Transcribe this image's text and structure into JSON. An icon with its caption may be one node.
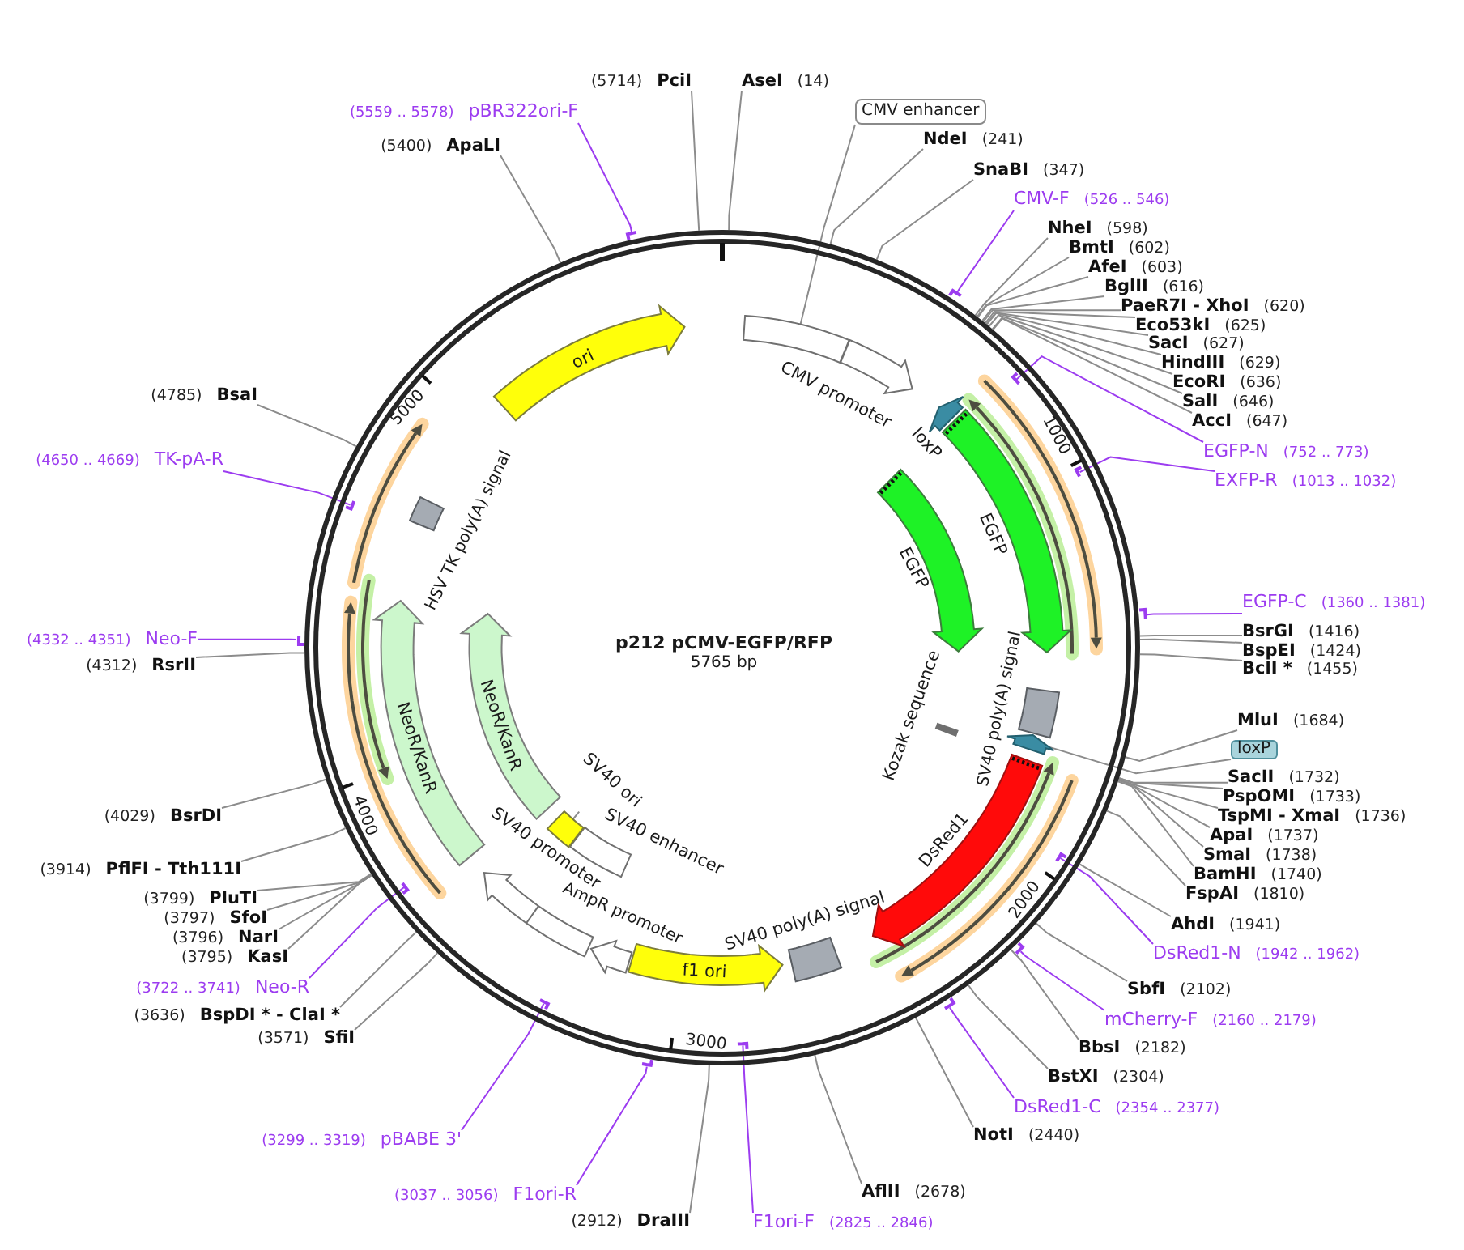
{
  "diagram": {
    "title": "p212 pCMV-EGFP/RFP",
    "nodes": [
      {
        "text": [],
        "shape": "circle"
      },
      {
        "text": [
          "(5714)",
          "PciI"
        ]
      },
      {
        "text": [
          "AseI",
          "(14)"
        ]
      },
      {
        "text": [
          "CMV enhancer"
        ]
      },
      {
        "text": [
          "NdeI",
          "(241)"
        ]
      },
      {
        "text": [
          "SnaBI",
          "(347)"
        ]
      },
      {
        "text": [
          "CMV-F",
          "(526 .. 546)"
        ]
      },
      {
        "text": [
          "NheI",
          "(598)"
        ]
      },
      {
        "text": [
          "BmtI",
          "(602)"
        ]
      },
      {
        "text": [
          "AfeI",
          "(603)"
        ]
      },
      {
        "text": [
          "BglII",
          "(616)"
        ]
      },
      {
        "text": [
          "PaeR7I - XhoI",
          "(620)"
        ]
      },
      {
        "text": [
          "Eco53kI",
          "(625)"
        ]
      },
      {
        "text": [
          "SacI",
          "(627)"
        ]
      },
      {
        "text": [
          "HindIII",
          "(629)"
        ]
      },
      {
        "text": [
          "EcoRI",
          "(636)"
        ]
      },
      {
        "text": [
          "SalI",
          "(646)"
        ]
      },
      {
        "text": [
          "AccI",
          "(647)"
        ]
      },
      {
        "text": [
          "EGFP-N",
          "(752 .. 773)"
        ]
      },
      {
        "text": [
          "EXFP-R",
          "(1013 .. 1032)"
        ]
      },
      {
        "text": [
          "EGFP-C",
          "(1360 .. 1381)"
        ]
      },
      {
        "text": [
          "BsrGI",
          "(1416)"
        ]
      },
      {
        "text": [
          "BspEI",
          "(1424)"
        ]
      },
      {
        "text": [
          "BclI *",
          "(1455)"
        ]
      },
      {
        "text": [
          "MluI",
          "(1684)"
        ]
      },
      {
        "text": [
          "loxP"
        ]
      },
      {
        "text": [
          "SacII",
          "(1732)"
        ]
      },
      {
        "text": [
          "PspOMI",
          "(1733)"
        ]
      },
      {
        "text": [
          "TspMI - XmaI",
          "(1736)"
        ]
      },
      {
        "text": [
          "ApaI",
          "(1737)"
        ]
      },
      {
        "text": [
          "SmaI",
          "(1738)"
        ]
      },
      {
        "text": [
          "BamHI",
          "(1740)"
        ]
      },
      {
        "text": [
          "FspAI",
          "(1810)"
        ]
      },
      {
        "text": [
          "AhdI",
          "(1941)"
        ]
      },
      {
        "text": [
          "DsRed1-N",
          "(1942 .. 1962)"
        ]
      },
      {
        "text": [
          "SbfI",
          "(2102)"
        ]
      },
      {
        "text": [
          "mCherry-F",
          "(2160 .. 2179)"
        ]
      },
      {
        "text": [
          "BbsI",
          "(2182)"
        ]
      },
      {
        "text": [
          "BstXI",
          "(2304)"
        ]
      },
      {
        "text": [
          "DsRed1-C",
          "(2354 .. 2377)"
        ]
      },
      {
        "text": [
          "NotI",
          "(2440)"
        ]
      },
      {
        "text": [
          "AflII",
          "(2678)"
        ]
      },
      {
        "text": [
          "F1ori-F",
          "(2825 .. 2846)"
        ]
      },
      {
        "text": [
          "(2912)",
          "DraIII"
        ]
      },
      {
        "text": [
          "(3037 .. 3056)",
          "F1ori-R"
        ]
      },
      {
        "text": [
          "(3299 .. 3319)",
          "pBABE 3'"
        ]
      },
      {
        "text": [
          "(3571)",
          "SfiI"
        ]
      },
      {
        "text": [
          "(3636)",
          "BspDI * - ClaI *"
        ]
      },
      {
        "text": [
          "(3722 .. 3741)",
          "Neo-R"
        ]
      },
      {
        "text": [
          "(3795)",
          "KasI"
        ]
      },
      {
        "text": [
          "(3796)",
          "NarI"
        ]
      },
      {
        "text": [
          "(3797)",
          "SfoI"
        ]
      },
      {
        "text": [
          "(3799)",
          "PluTI"
        ]
      },
      {
        "text": [
          "(3914)",
          "PflFI - Tth111I"
        ]
      },
      {
        "text": [
          "(4029)",
          "BsrDI"
        ]
      },
      {
        "text": [
          "(4312)",
          "RsrII"
        ]
      },
      {
        "text": [
          "(4332 .. 4351)",
          "Neo-F"
        ]
      },
      {
        "text": [
          "(4650 .. 4669)",
          "TK-pA-R"
        ]
      },
      {
        "text": [
          "(4785)",
          "BsaI"
        ]
      },
      {
        "text": [
          "(5400)",
          "ApaLI"
        ]
      },
      {
        "text": [
          "(5559 .. 5578)",
          "pBR322ori-F"
        ]
      },
      {
        "text": [],
        "shape": "box",
        "in": 0
      },
      {
        "text": [],
        "shape": "arrow",
        "beside": [
          "CMV promoter"
        ],
        "in": 0
      },
      {
        "text": [],
        "shape": "arrow",
        "beside": [
          "loxP"
        ],
        "in": 0
      },
      {
        "text": [],
        "shape": "arrow",
        "beside": [
          "EGFP"
        ],
        "in": 0
      },
      {
        "text": [],
        "shape": "arrow",
        "beside": [
          "EGFP"
        ],
        "in": 0
      },
      {
        "text": [],
        "shape": "box",
        "beside": [
          "SV40 poly(A) signal"
        ],
        "in": 0
      },
      {
        "text": [],
        "shape": "bar",
        "beside": [
          "Kozak sequence"
        ],
        "in": 0
      },
      {
        "text": [],
        "shape": "arrow",
        "in": 0
      },
      {
        "text": [],
        "shape": "arrow",
        "beside": [
          "DsRed1"
        ],
        "in": 0
      },
      {
        "text": [],
        "shape": "box",
        "beside": [
          "SV40 poly(A) signal"
        ],
        "in": 0
      },
      {
        "text": [
          "f1 ori"
        ],
        "in": 0
      },
      {
        "text": [],
        "shape": "arrow",
        "beside": [
          "AmpR promoter"
        ],
        "in": 0
      },
      {
        "text": [],
        "shape": "arrow",
        "beside": [
          "SV40 promoter"
        ],
        "in": 0
      },
      {
        "text": [],
        "shape": "box",
        "beside": [
          "SV40 enhancer"
        ],
        "in": 0
      },
      {
        "text": [
          "SV40 ori"
        ],
        "in": 0
      },
      {
        "text": [],
        "shape": "box",
        "in": 0
      },
      {
        "text": [
          "NeoR/KanR"
        ],
        "in": 0
      },
      {
        "text": [
          "NeoR/KanR"
        ],
        "in": 0
      },
      {
        "text": [],
        "shape": "box",
        "beside": [
          "HSV TK poly(A) signal"
        ],
        "in": 0
      },
      {
        "text": [
          "ori"
        ],
        "in": 0
      },
      {
        "text": [],
        "shape": "bar"
      },
      {
        "text": [],
        "shape": "bar",
        "in": 0
      },
      {
        "text": [],
        "shape": "bar",
        "in": 0
      },
      {
        "text": [],
        "shape": "bar"
      },
      {
        "text": [],
        "shape": "bar",
        "in": 0
      },
      {
        "text": [],
        "shape": "bar"
      },
      {
        "text": [],
        "shape": "bar"
      },
      {
        "text": [],
        "shape": "bar",
        "in": 0
      },
      {
        "text": [],
        "shape": "bar"
      },
      {
        "text": [],
        "shape": "bar",
        "in": 0
      },
      {
        "text": [],
        "shape": "bar",
        "in": 0
      },
      {
        "text": [],
        "shape": "bar"
      },
      {
        "text": [],
        "shape": "bar",
        "in": 0
      },
      {
        "text": [],
        "shape": "bar"
      }
    ],
    "edges": [
      {
        "from": 1,
        "to": 0,
        "arrow": "none"
      },
      {
        "from": 2,
        "to": 0,
        "arrow": "none"
      },
      {
        "from": 3,
        "to": 61,
        "arrow": "none"
      },
      {
        "from": 4,
        "to": 0,
        "arrow": "none"
      },
      {
        "from": 5,
        "to": 0,
        "arrow": "none"
      },
      {
        "from": 6,
        "to": 81,
        "arrow": "none",
        "color": "#9c3cf0"
      },
      {
        "from": 7,
        "to": 0,
        "arrow": "none"
      },
      {
        "from": 8,
        "to": 0,
        "arrow": "none"
      },
      {
        "from": 9,
        "to": 0,
        "arrow": "none"
      },
      {
        "from": 10,
        "to": 0,
        "arrow": "none"
      },
      {
        "from": 11,
        "to": 0,
        "arrow": "none"
      },
      {
        "from": 12,
        "to": 0,
        "arrow": "none"
      },
      {
        "from": 13,
        "to": 0,
        "arrow": "none"
      },
      {
        "from": 14,
        "to": 0,
        "arrow": "none"
      },
      {
        "from": 15,
        "to": 0,
        "arrow": "none"
      },
      {
        "from": 16,
        "to": 0,
        "arrow": "none"
      },
      {
        "from": 17,
        "to": 0,
        "arrow": "none"
      },
      {
        "from": 18,
        "to": 82,
        "arrow": "none",
        "color": "#9c3cf0"
      },
      {
        "from": 19,
        "to": 83,
        "arrow": "none",
        "color": "#9c3cf0"
      },
      {
        "from": 20,
        "to": 84,
        "arrow": "none",
        "color": "#9c3cf0"
      },
      {
        "from": 21,
        "to": 0,
        "arrow": "none"
      },
      {
        "from": 22,
        "to": 0,
        "arrow": "none"
      },
      {
        "from": 23,
        "to": 0,
        "arrow": "none"
      },
      {
        "from": 24,
        "to": 0,
        "arrow": "none"
      },
      {
        "from": 25,
        "to": 68,
        "arrow": "none"
      },
      {
        "from": 26,
        "to": 0,
        "arrow": "none"
      },
      {
        "from": 27,
        "to": 0,
        "arrow": "none"
      },
      {
        "from": 28,
        "to": 0,
        "arrow": "none"
      },
      {
        "from": 29,
        "to": 0,
        "arrow": "none"
      },
      {
        "from": 30,
        "to": 0,
        "arrow": "none"
      },
      {
        "from": 31,
        "to": 0,
        "arrow": "none"
      },
      {
        "from": 32,
        "to": 0,
        "arrow": "none"
      },
      {
        "from": 33,
        "to": 0,
        "arrow": "none"
      },
      {
        "from": 34,
        "to": 85,
        "arrow": "none",
        "color": "#9c3cf0"
      },
      {
        "from": 35,
        "to": 0,
        "arrow": "none"
      },
      {
        "from": 36,
        "to": 86,
        "arrow": "none",
        "color": "#9c3cf0"
      },
      {
        "from": 37,
        "to": 0,
        "arrow": "none"
      },
      {
        "from": 38,
        "to": 0,
        "arrow": "none"
      },
      {
        "from": 39,
        "to": 87,
        "arrow": "none",
        "color": "#9c3cf0"
      },
      {
        "from": 40,
        "to": 0,
        "arrow": "none"
      },
      {
        "from": 41,
        "to": 0,
        "arrow": "none"
      },
      {
        "from": 42,
        "to": 88,
        "arrow": "none",
        "color": "#9c3cf0"
      },
      {
        "from": 43,
        "to": 0,
        "arrow": "none"
      },
      {
        "from": 44,
        "to": 89,
        "arrow": "none",
        "color": "#9c3cf0"
      },
      {
        "from": 45,
        "to": 90,
        "arrow": "none",
        "color": "#9c3cf0"
      },
      {
        "from": 46,
        "to": 0,
        "arrow": "none"
      },
      {
        "from": 47,
        "to": 0,
        "arrow": "none"
      },
      {
        "from": 48,
        "to": 91,
        "arrow": "none",
        "color": "#9c3cf0"
      },
      {
        "from": 49,
        "to": 0,
        "arrow": "none"
      },
      {
        "from": 50,
        "to": 0,
        "arrow": "none"
      },
      {
        "from": 51,
        "to": 0,
        "arrow": "none"
      },
      {
        "from": 52,
        "to": 0,
        "arrow": "none"
      },
      {
        "from": 53,
        "to": 0,
        "arrow": "none"
      },
      {
        "from": 54,
        "to": 0,
        "arrow": "none"
      },
      {
        "from": 55,
        "to": 0,
        "arrow": "none"
      },
      {
        "from": 56,
        "to": 92,
        "arrow": "none",
        "color": "#9c3cf0"
      },
      {
        "from": 57,
        "to": 93,
        "arrow": "none",
        "color": "#9c3cf0"
      },
      {
        "from": 58,
        "to": 0,
        "arrow": "none"
      },
      {
        "from": 59,
        "to": 0,
        "arrow": "none"
      },
      {
        "from": 60,
        "to": 94,
        "arrow": "none",
        "color": "#9c3cf0"
      },
      {
        "from": 75,
        "to": 76,
        "arrow": "none"
      }
    ],
    "labels": [
      "5765 bp",
      "1000",
      "2000",
      "3000",
      "4000",
      "5000"
    ]
  }
}
